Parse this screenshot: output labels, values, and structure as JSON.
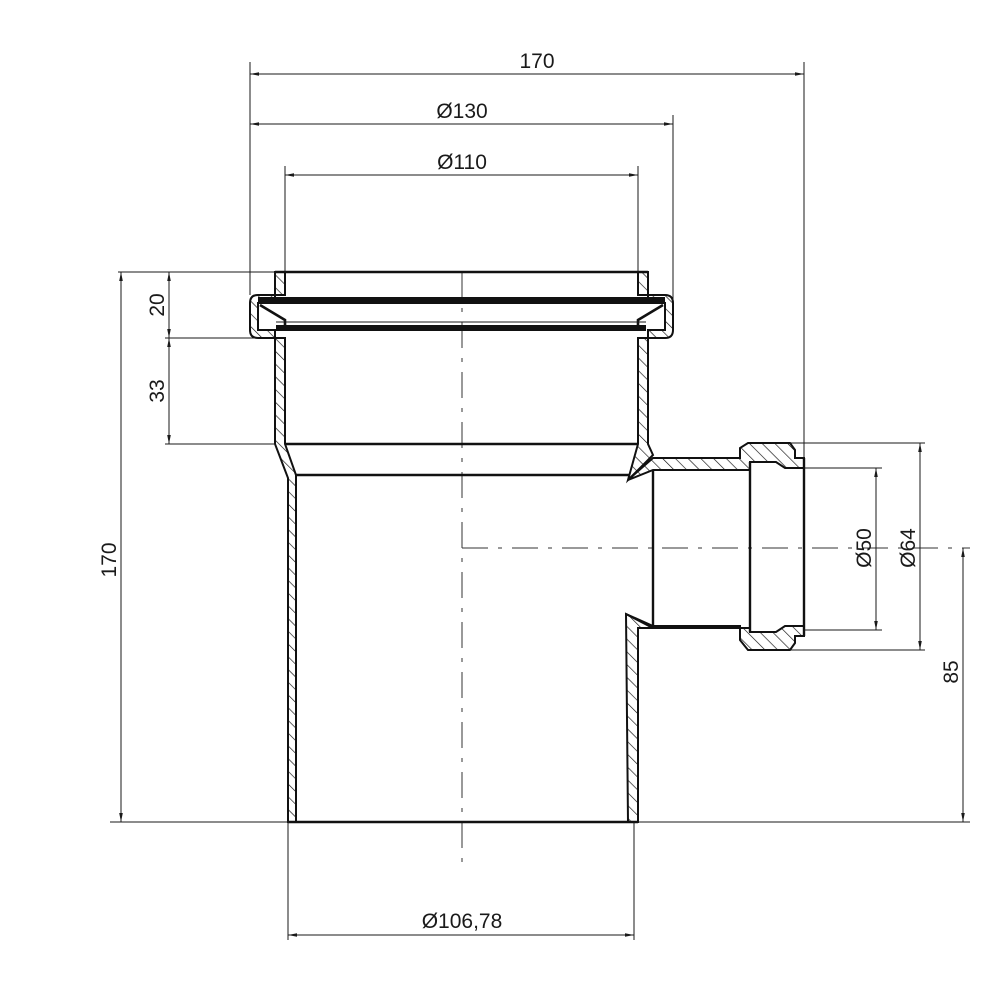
{
  "drawing": {
    "title": "Pipe tee fitting cross-section",
    "colors": {
      "line": "#111111",
      "background": "#ffffff"
    },
    "dimensions": {
      "overall_width": {
        "label": "170",
        "value": 170,
        "unit": "mm"
      },
      "socket_outer_diameter": {
        "label": "Ø130",
        "value": 130,
        "unit": "mm"
      },
      "socket_inner_diameter": {
        "label": "Ø110",
        "value": 110,
        "unit": "mm"
      },
      "seal_height": {
        "label": "20",
        "value": 20,
        "unit": "mm"
      },
      "socket_depth": {
        "label": "33",
        "value": 33,
        "unit": "mm"
      },
      "overall_height": {
        "label": "170",
        "value": 170,
        "unit": "mm"
      },
      "branch_inner_diameter": {
        "label": "Ø50",
        "value": 50,
        "unit": "mm"
      },
      "branch_outer_diameter": {
        "label": "Ø64",
        "value": 64,
        "unit": "mm"
      },
      "branch_axis_height": {
        "label": "85",
        "value": 85,
        "unit": "mm"
      },
      "spigot_diameter": {
        "label": "Ø106,78",
        "value": 106.78,
        "unit": "mm"
      }
    }
  }
}
